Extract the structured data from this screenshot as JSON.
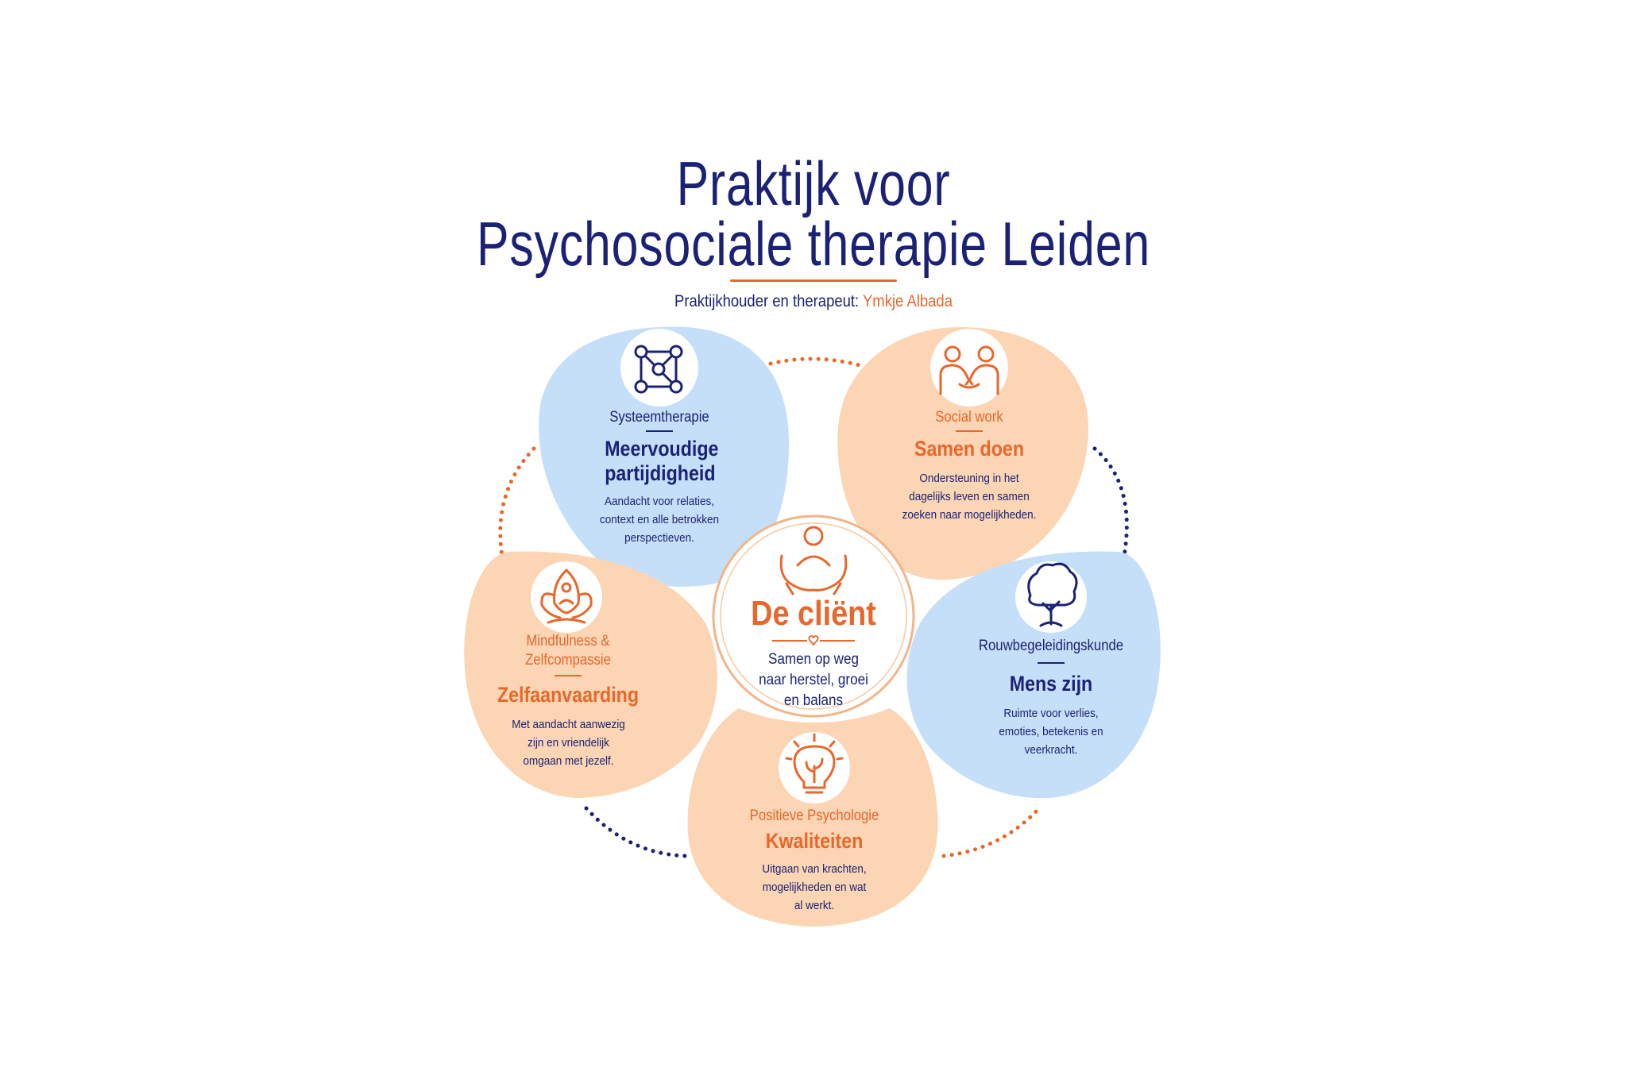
{
  "title_line1": "Praktijk voor",
  "title_line2": "Psychosociale therapie Leiden",
  "subtitle_prefix": "Praktijkhouder en therapeut: ",
  "owner_name": "Ymkje Albada",
  "center": {
    "title": "De cliënt",
    "subtitle": "Samen op weg naar herstel, groei en balans",
    "icon": "person-in-hands-icon"
  },
  "petals": {
    "systeem": {
      "kicker": "Systeemtherapie",
      "heading": "Meervoudige partijdigheid",
      "description": "Aandacht voor relaties, context en alle betrokken perspectieven.",
      "icon": "network-icon",
      "color": "#c6dff8"
    },
    "social": {
      "kicker": "Social work",
      "heading": "Samen doen",
      "description": "Ondersteuning in het dagelijks leven en samen zoeken naar mogelijkheden.",
      "icon": "handshake-people-icon",
      "color": "#fbd5b4"
    },
    "rouw": {
      "kicker": "Rouwbegeleidingskunde",
      "heading": "Mens zijn",
      "description": "Ruimte voor verlies, emoties, betekenis en veerkracht.",
      "icon": "tree-icon",
      "color": "#c6dff8"
    },
    "positief": {
      "kicker": "Positieve Psychologie",
      "heading": "Kwaliteiten",
      "description": "Uitgaan van krachten, mogelijkheden en wat al werkt.",
      "icon": "lightbulb-plant-icon",
      "color": "#fbd5b4"
    },
    "mindful": {
      "kicker": "Mindfulness & Zelfcompassie",
      "heading": "Zelfaanvaarding",
      "description": "Met aandacht aanwezig zijn en vriendelijk omgaan met jezelf.",
      "icon": "meditation-lotus-icon",
      "color": "#fbd5b4"
    }
  },
  "colors": {
    "navy": "#1b2275",
    "orange": "#e8672b",
    "blue_petal": "#c6dff8",
    "peach_petal": "#fbd5b4"
  }
}
